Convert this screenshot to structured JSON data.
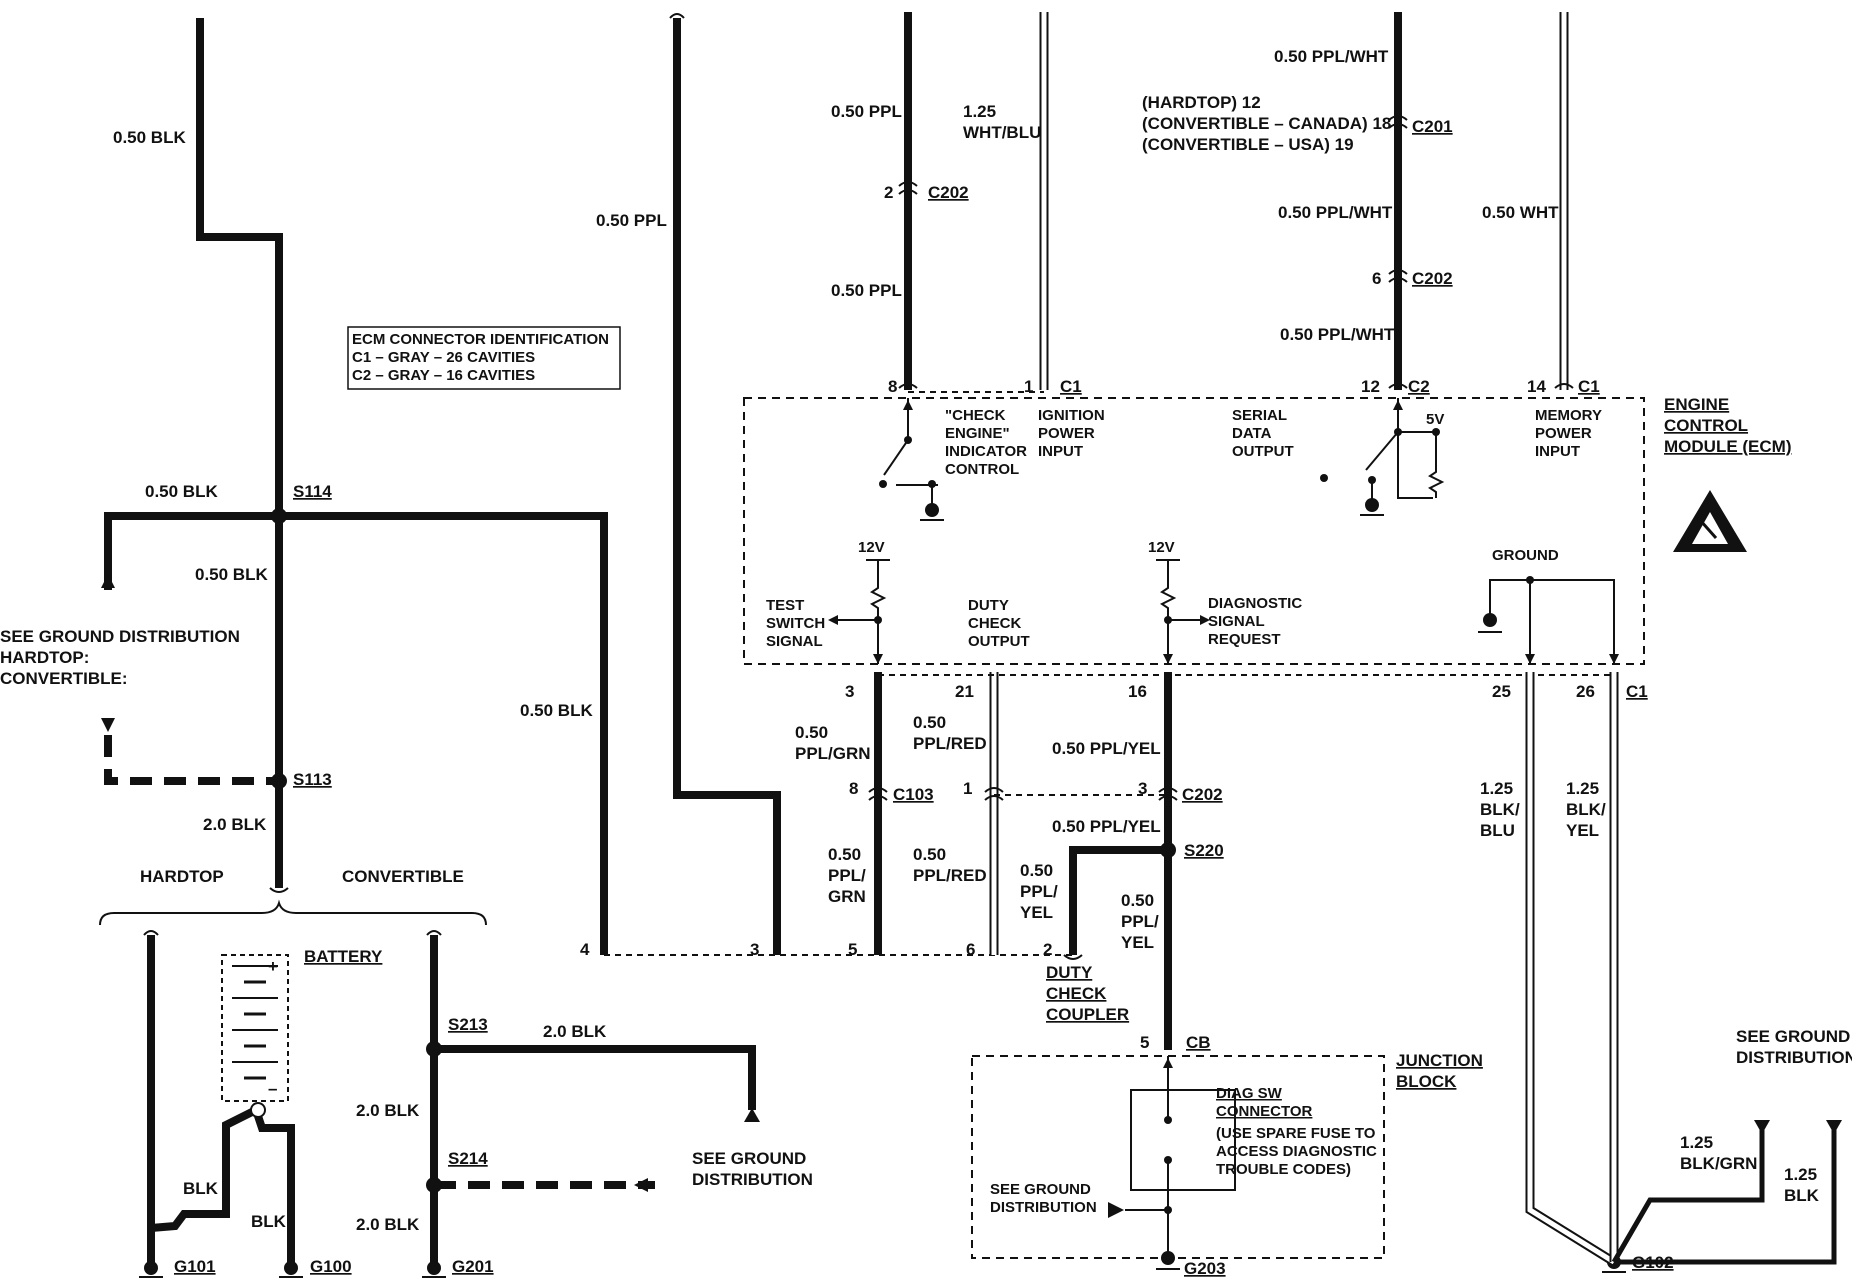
{
  "wires": {
    "w_left_top": "0.50 BLK",
    "w_s114_left": "0.50 BLK",
    "w_s114_down": "0.50 BLK",
    "w_s113_down": "2.0 BLK",
    "w_mid_ppl": "0.50 PPL",
    "w_mid_blk": "0.50 BLK",
    "w_c202_top": "0.50 PPL",
    "w_c202_bot": "0.50 PPL",
    "w_ign": "1.25\nWHT/BLU",
    "w_ser_top": "0.50 PPL/WHT",
    "w_ser_mid": "0.50 PPL/WHT",
    "w_ser_bot": "0.50 PPL/WHT",
    "w_mem": "0.50 WHT",
    "w_batt_left": "BLK",
    "w_batt_right": "BLK",
    "w_conv_s213": "2.0 BLK",
    "w_conv_mid": "2.0 BLK",
    "w_conv_bot": "2.0 BLK",
    "w_t3": "0.50\nPPL/GRN",
    "w_t3b": "0.50\nPPL/\nGRN",
    "w_t21": "0.50\nPPL/RED",
    "w_t21b": "0.50\nPPL/RED",
    "w_t16": "0.50 PPL/YEL",
    "w_s220_top": "0.50 PPL/YEL",
    "w_duty": "0.50\nPPL/\nYEL",
    "w_s220_down": "0.50\nPPL/\nYEL",
    "w_g25": "1.25\nBLK/\nBLU",
    "w_g26": "1.25\nBLK/\nYEL",
    "w_g_grn": "1.25\nBLK/GRN",
    "w_g_blk": "1.25\nBLK"
  },
  "ecm_id": {
    "title": "ECM CONNECTOR IDENTIFICATION",
    "c1": "C1 – GRAY – 26 CAVITIES",
    "c2": "C2 – GRAY – 16 CAVITIES"
  },
  "ecm": {
    "name": "ENGINE\nCONTROL\nMODULE (ECM)",
    "check_engine": "\"CHECK\nENGINE\"\nINDICATOR\nCONTROL",
    "ignition": "IGNITION\nPOWER\nINPUT",
    "serial": "SERIAL\nDATA\nOUTPUT",
    "memory": "MEMORY\nPOWER\nINPUT",
    "test_switch": "TEST\nSWITCH\nSIGNAL",
    "duty_check": "DUTY\nCHECK\nOUTPUT",
    "diag_req": "DIAGNOSTIC\nSIGNAL\nREQUEST",
    "ground": "GROUND",
    "v12a": "12V",
    "v12b": "12V",
    "v5": "5V"
  },
  "connectors": {
    "c202_a": "C202",
    "c202_a_pin": "2",
    "c201": "C201",
    "c201_pins": "(HARDTOP) 12\n(CONVERTIBLE – CANADA) 18\n(CONVERTIBLE – USA) 19",
    "c202_b": "C202",
    "c202_b_pin": "6",
    "pin8": "8",
    "pin1": "1",
    "c1_a": "C1",
    "pin12": "12",
    "c2": "C2",
    "pin14": "14",
    "c1_b": "C1",
    "pin3": "3",
    "pin21": "21",
    "pin16": "16",
    "pin25": "25",
    "pin26": "26",
    "c1_c": "C1",
    "c103_pin": "8",
    "c103": "C103",
    "c103_pin1": "1",
    "c202_c_pin": "3",
    "c202_c": "C202",
    "bot4": "4",
    "bot3": "3",
    "bot5": "5",
    "bot6": "6",
    "bot2": "2",
    "cb_pin": "5",
    "cb": "CB"
  },
  "splices": {
    "s114": "S114",
    "s113": "S113",
    "s213": "S213",
    "s214": "S214",
    "s220": "S220"
  },
  "grounds": {
    "g101": "G101",
    "g100": "G100",
    "g201": "G201",
    "g203": "G203",
    "g102": "G102"
  },
  "labels": {
    "see_gd_left": "SEE GROUND DISTRIBUTION\nHARDTOP:\nCONVERTIBLE:",
    "hardtop": "HARDTOP",
    "convertible": "CONVERTIBLE",
    "battery": "BATTERY",
    "see_gd_mid": "SEE GROUND\nDISTRIBUTION",
    "duty_coupler": "DUTY\nCHECK\nCOUPLER",
    "junction": "JUNCTION\nBLOCK",
    "diag_sw": "DIAG SW\nCONNECTOR",
    "diag_note": "(USE SPARE FUSE TO\nACCESS DIAGNOSTIC\nTROUBLE CODES)",
    "see_gd_jb": "SEE GROUND\nDISTRIBUTION",
    "see_gd_right": "SEE GROUND\nDISTRIBUTION"
  }
}
